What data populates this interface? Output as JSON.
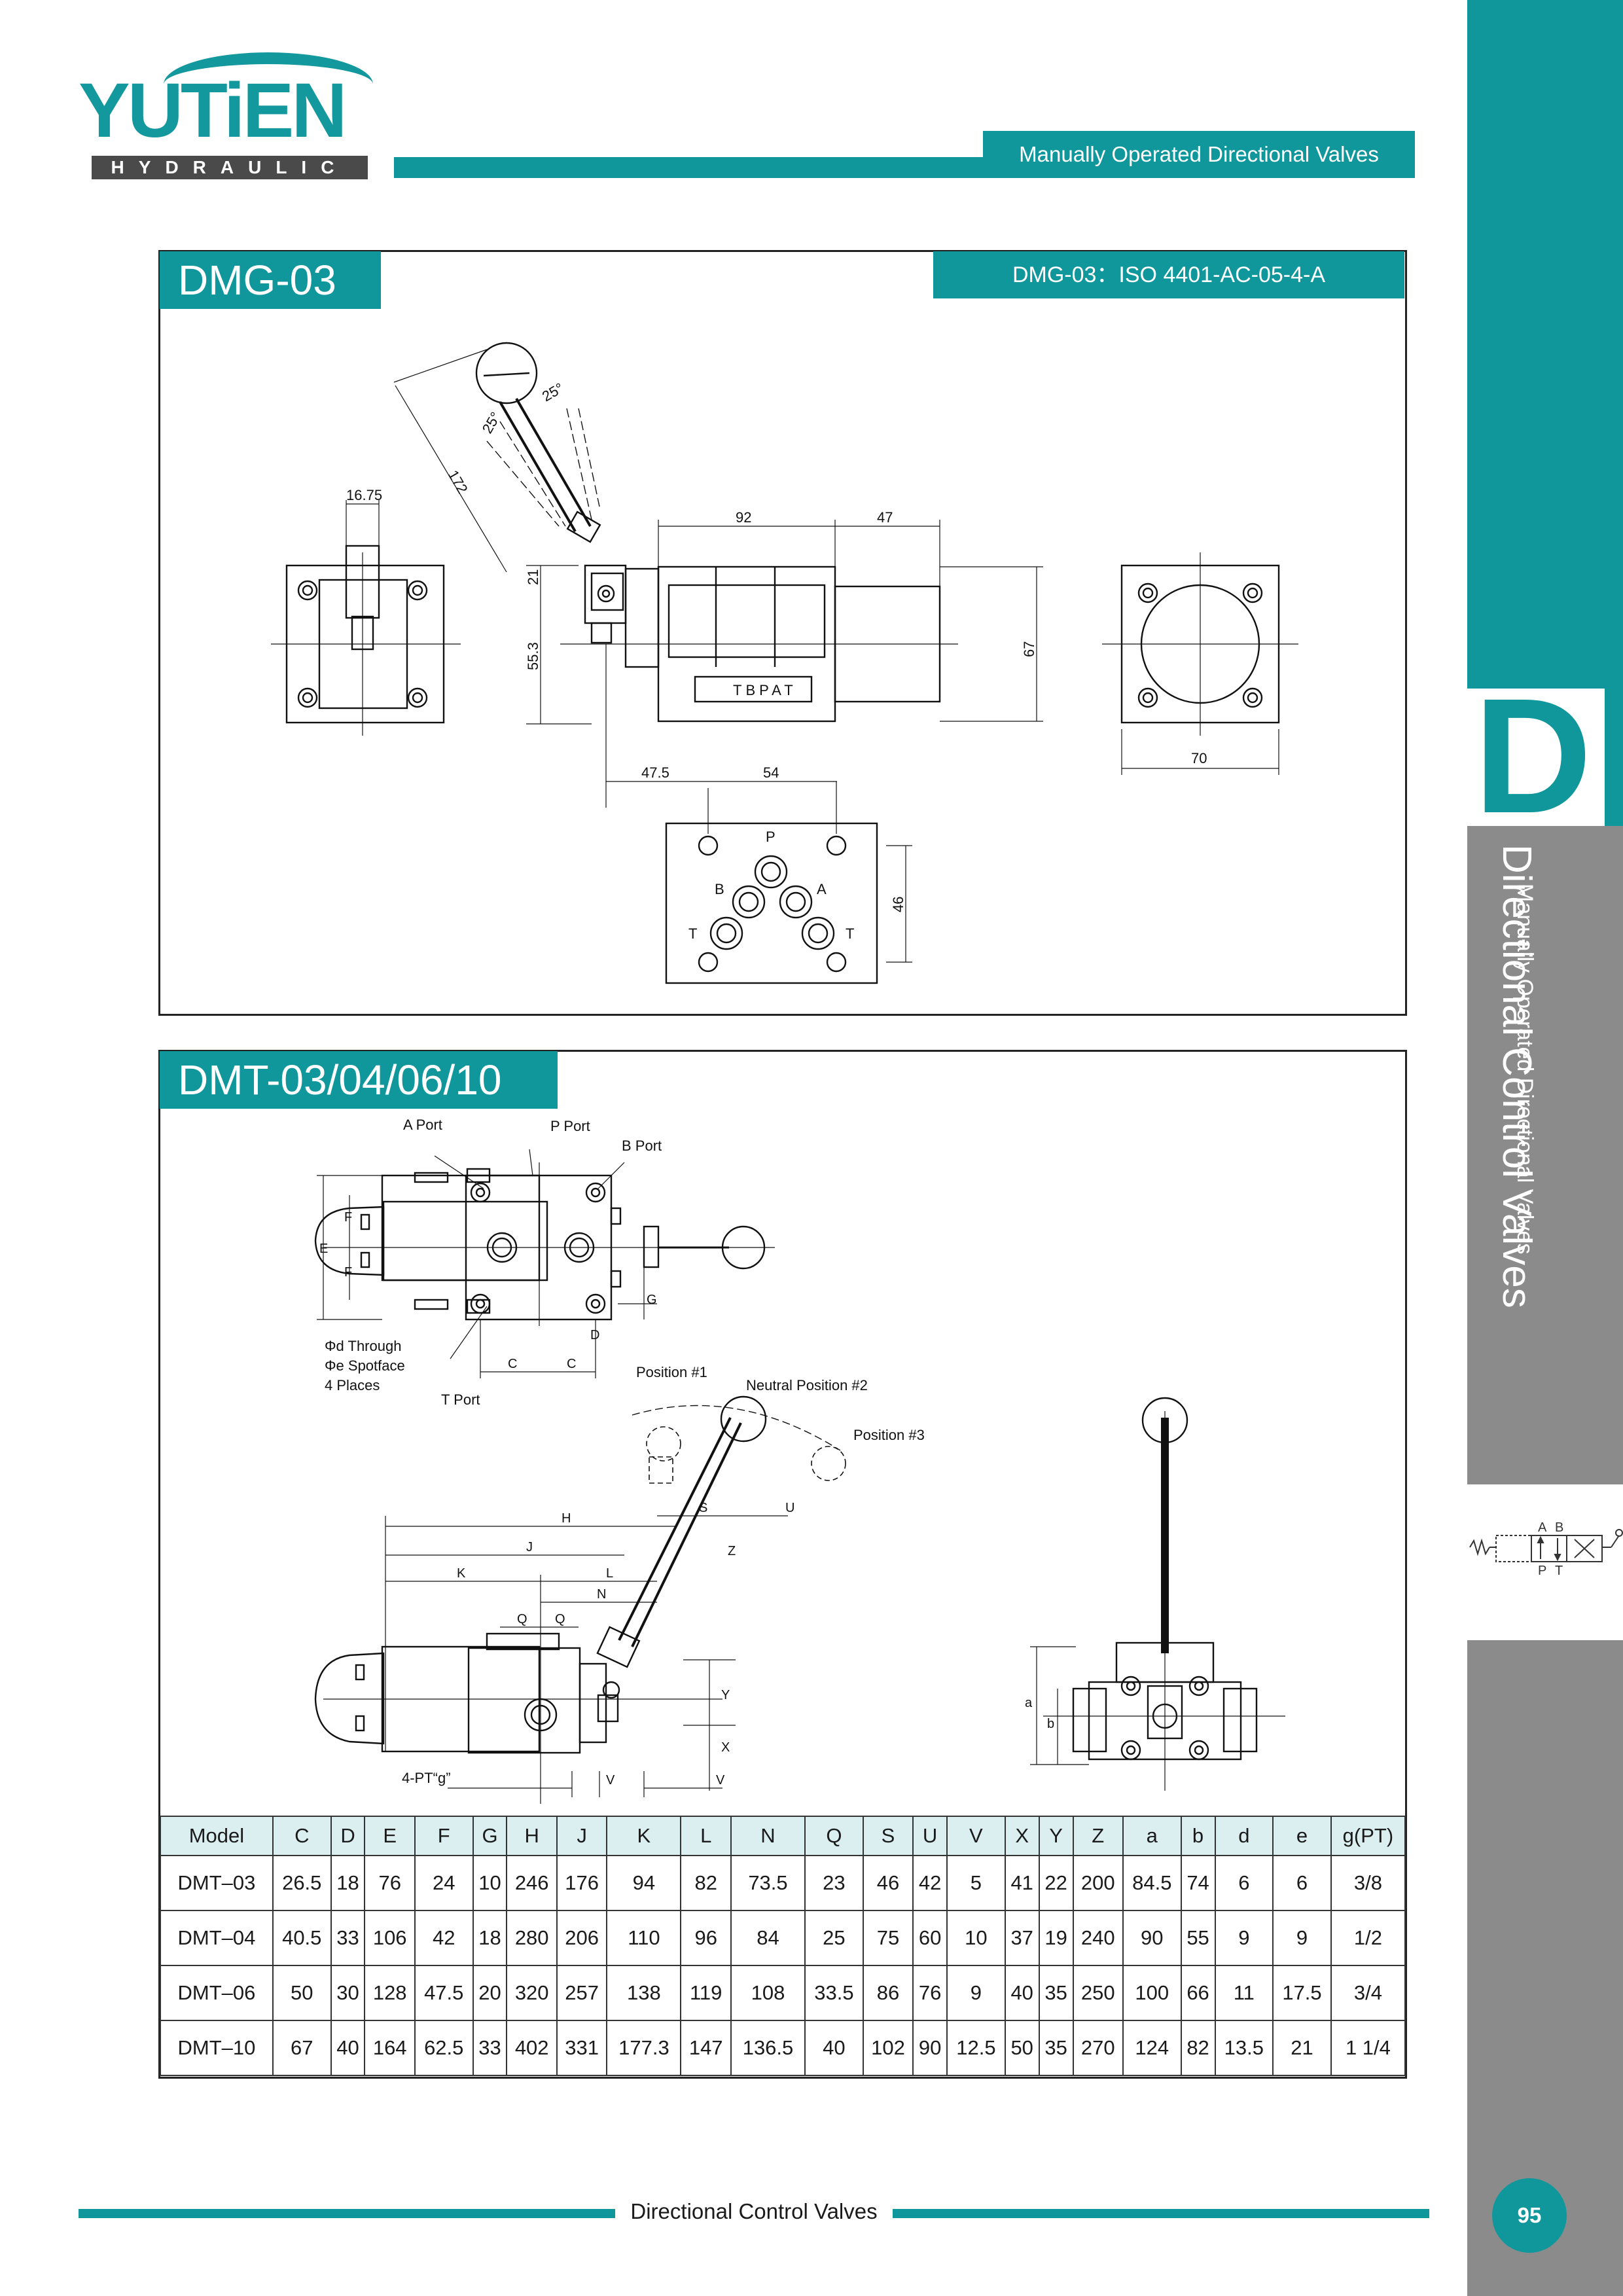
{
  "brand": {
    "name": "YUTiEN",
    "tagline": "HYDRAULIC"
  },
  "header": {
    "category": "Manually Operated Directional Valves"
  },
  "sidebar": {
    "letter": "D",
    "title": "Directional Control Valves",
    "subtitle": "Manually Operated Directional Valves"
  },
  "symbol": {
    "port_a": "A",
    "port_b": "B",
    "port_p": "P",
    "port_t": "T"
  },
  "section1": {
    "title": "DMG-03",
    "standard": "DMG-03：ISO 4401-AC-05-4-A",
    "dims": {
      "d1675": "16.75",
      "d172": "172",
      "d25a": "25°",
      "d25b": "25°",
      "d21": "21",
      "d553": "55.3",
      "d92": "92",
      "d47": "47",
      "d67": "67",
      "d70": "70",
      "d475": "47.5",
      "d54": "54",
      "d46": "46",
      "plate": "TBPAT"
    },
    "ports": {
      "p": "P",
      "a": "A",
      "b": "B",
      "t1": "T",
      "t2": "T"
    }
  },
  "section2": {
    "title": "DMT-03/04/06/10",
    "callouts": {
      "a_port": "A Port",
      "p_port": "P Port",
      "b_port": "B Port",
      "t_port": "T Port",
      "through": "Φd Through",
      "spotface": "Φe Spotface",
      "places": "4 Places",
      "pos1": "Position #1",
      "pos2": "Neutral Position #2",
      "pos3": "Position #3",
      "thread": "4-PT“g”"
    },
    "dim_letters": {
      "E": "E",
      "F": "F",
      "G": "G",
      "D": "D",
      "C": "C",
      "H": "H",
      "J": "J",
      "K": "K",
      "L": "L",
      "N": "N",
      "Q": "Q",
      "S": "S",
      "U": "U",
      "Z": "Z",
      "Y": "Y",
      "X": "X",
      "V": "V",
      "a": "a",
      "b": "b"
    }
  },
  "table": {
    "headers": [
      "Model",
      "C",
      "D",
      "E",
      "F",
      "G",
      "H",
      "J",
      "K",
      "L",
      "N",
      "Q",
      "S",
      "U",
      "V",
      "X",
      "Y",
      "Z",
      "a",
      "b",
      "d",
      "e",
      "g(PT)"
    ],
    "rows": [
      [
        "DMT–03",
        "26.5",
        "18",
        "76",
        "24",
        "10",
        "246",
        "176",
        "94",
        "82",
        "73.5",
        "23",
        "46",
        "42",
        "5",
        "41",
        "22",
        "200",
        "84.5",
        "74",
        "6",
        "6",
        "3/8"
      ],
      [
        "DMT–04",
        "40.5",
        "33",
        "106",
        "42",
        "18",
        "280",
        "206",
        "110",
        "96",
        "84",
        "25",
        "75",
        "60",
        "10",
        "37",
        "19",
        "240",
        "90",
        "55",
        "9",
        "9",
        "1/2"
      ],
      [
        "DMT–06",
        "50",
        "30",
        "128",
        "47.5",
        "20",
        "320",
        "257",
        "138",
        "119",
        "108",
        "33.5",
        "86",
        "76",
        "9",
        "40",
        "35",
        "250",
        "100",
        "66",
        "11",
        "17.5",
        "3/4"
      ],
      [
        "DMT–10",
        "67",
        "40",
        "164",
        "62.5",
        "33",
        "402",
        "331",
        "177.3",
        "147",
        "136.5",
        "40",
        "102",
        "90",
        "12.5",
        "50",
        "35",
        "270",
        "124",
        "82",
        "13.5",
        "21",
        "1 1/4"
      ]
    ]
  },
  "footer": {
    "text": "Directional Control Valves",
    "page": "95"
  },
  "colors": {
    "accent": "#10979c",
    "sidebar_gray": "#8b8b8b",
    "header_fill": "#dbeff0"
  }
}
